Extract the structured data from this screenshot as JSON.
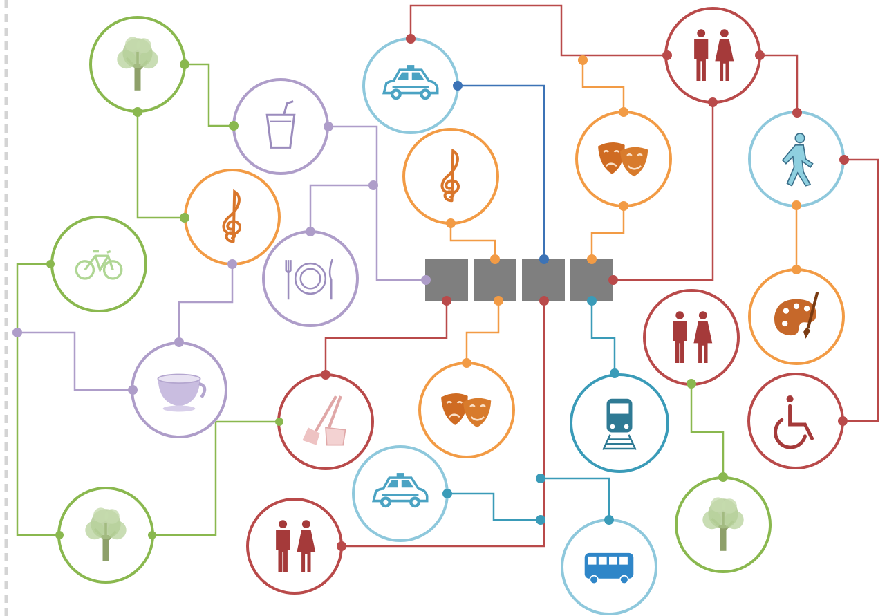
{
  "colors": {
    "green": "#8ab84f",
    "purple": "#ae9dc9",
    "orange": "#f29b45",
    "red": "#b94a4a",
    "lightblue": "#8ec8dc",
    "teal": "#3a9bb8",
    "blue": "#3c73b6",
    "hub": "#7f7f7f",
    "border_dashes": "#d4d4d4"
  },
  "nodes": [
    {
      "name": "tree-top-left",
      "icon": "tree-icon",
      "color": "green"
    },
    {
      "name": "drink-cup",
      "icon": "drink-cup-icon",
      "color": "purple"
    },
    {
      "name": "music-left",
      "icon": "treble-clef-icon",
      "color": "orange"
    },
    {
      "name": "bicycle",
      "icon": "bicycle-icon",
      "color": "green"
    },
    {
      "name": "dining",
      "icon": "plate-cutlery-icon",
      "color": "purple"
    },
    {
      "name": "teacup",
      "icon": "teacup-icon",
      "color": "purple"
    },
    {
      "name": "tree-bottom-left",
      "icon": "tree-icon",
      "color": "green"
    },
    {
      "name": "taxi-top",
      "icon": "taxi-icon",
      "color": "lightblue"
    },
    {
      "name": "music-center",
      "icon": "treble-clef-icon",
      "color": "orange"
    },
    {
      "name": "cleaning",
      "icon": "broom-dustpan-icon",
      "color": "red"
    },
    {
      "name": "theater-center",
      "icon": "theater-masks-icon",
      "color": "orange"
    },
    {
      "name": "taxi-bottom",
      "icon": "taxi-icon",
      "color": "lightblue"
    },
    {
      "name": "restroom-bottom",
      "icon": "restroom-icon",
      "color": "red"
    },
    {
      "name": "theater-top",
      "icon": "theater-masks-icon",
      "color": "orange"
    },
    {
      "name": "train",
      "icon": "train-icon",
      "color": "teal"
    },
    {
      "name": "bus",
      "icon": "bus-icon",
      "color": "lightblue"
    },
    {
      "name": "restroom-top",
      "icon": "restroom-icon",
      "color": "red"
    },
    {
      "name": "pedestrian",
      "icon": "pedestrian-icon",
      "color": "lightblue"
    },
    {
      "name": "art-palette",
      "icon": "art-palette-icon",
      "color": "orange"
    },
    {
      "name": "restroom-middle",
      "icon": "restroom-icon",
      "color": "red"
    },
    {
      "name": "wheelchair",
      "icon": "wheelchair-icon",
      "color": "red"
    },
    {
      "name": "tree-right",
      "icon": "tree-icon",
      "color": "green"
    }
  ],
  "hub": {
    "blocks": 4
  }
}
